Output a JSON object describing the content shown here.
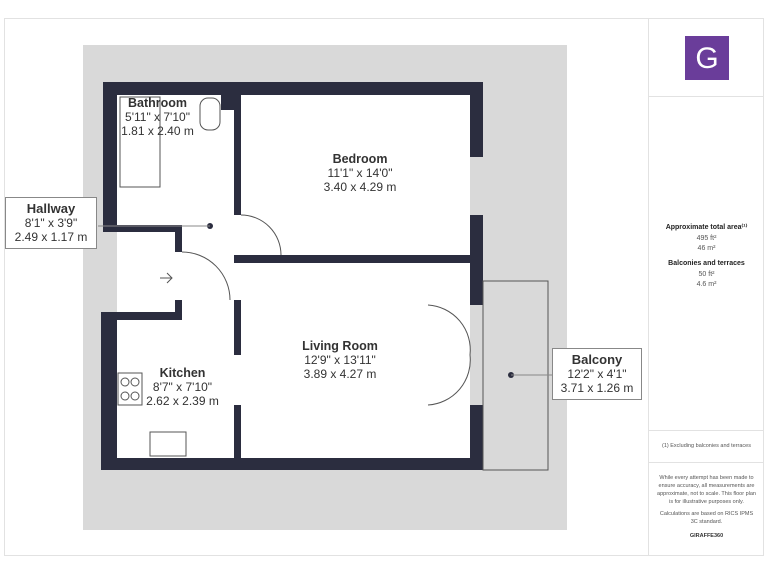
{
  "rooms": {
    "bathroom": {
      "name": "Bathroom",
      "imperial": "5'11\" x 7'10\"",
      "metric": "1.81 x 2.40 m"
    },
    "bedroom": {
      "name": "Bedroom",
      "imperial": "11'1\" x 14'0\"",
      "metric": "3.40 x 4.29 m"
    },
    "hallway": {
      "name": "Hallway",
      "imperial": "8'1\" x 3'9\"",
      "metric": "2.49 x 1.17 m"
    },
    "kitchen": {
      "name": "Kitchen",
      "imperial": "8'7\" x 7'10\"",
      "metric": "2.62 x 2.39 m"
    },
    "living": {
      "name": "Living Room",
      "imperial": "12'9\" x 13'11\"",
      "metric": "3.89 x 4.27 m"
    },
    "balcony": {
      "name": "Balcony",
      "imperial": "12'2\" x 4'1\"",
      "metric": "3.71 x 1.26 m"
    }
  },
  "sidebar": {
    "logo": "G",
    "total_label": "Approximate total area⁽¹⁾",
    "total_ft": "495 ft²",
    "total_m": "46 m²",
    "balc_label": "Balconies and terraces",
    "balc_ft": "50 ft²",
    "balc_m": "4.6 m²",
    "footnote": "(1) Excluding balconies and terraces",
    "disclaimer": "While every attempt has been made to ensure accuracy, all measurements are approximate, not to scale. This floor plan is for illustrative purposes only.",
    "calc": "Calculations are based on RICS IPMS 3C standard.",
    "brand": "GIRAFFE360"
  },
  "colors": {
    "wall": "#2b2d3f",
    "bg": "#d9d9d9",
    "brand": "#6a3d9a"
  }
}
